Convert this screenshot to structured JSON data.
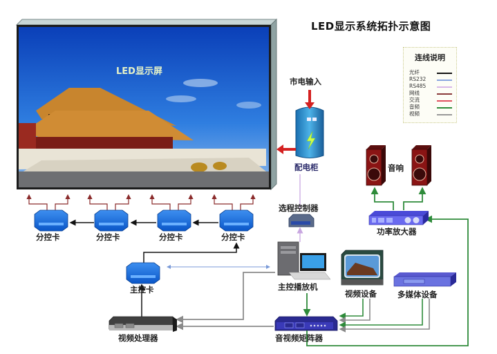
{
  "title": "LED显示系统拓扑示意图",
  "led_screen": {
    "label": "LED显示屏"
  },
  "power": {
    "input_label": "市电输入",
    "cabinet_label": "配电柜"
  },
  "legend": {
    "title": "连线说明",
    "items": [
      {
        "label": "光纤",
        "color": "#111111"
      },
      {
        "label": "RS232",
        "color": "#8aa6e0"
      },
      {
        "label": "RS485",
        "color": "#d8b6e8"
      },
      {
        "label": "网线",
        "color": "#8a3a3a"
      },
      {
        "label": "交流",
        "color": "#e05060"
      },
      {
        "label": "音频",
        "color": "#2e8b3a"
      },
      {
        "label": "视频",
        "color": "#999999"
      }
    ]
  },
  "receiver_cards": [
    {
      "label": "分控卡"
    },
    {
      "label": "分控卡"
    },
    {
      "label": "分控卡"
    },
    {
      "label": "分控卡"
    }
  ],
  "devices": {
    "remote_controller": "选程控制器",
    "main_card": "主控卡",
    "main_pc": "主控播放机",
    "speakers": "音响",
    "amplifier": "功率放大器",
    "video_device": "视频设备",
    "multimedia_device": "多媒体设备",
    "video_processor": "视频处理器",
    "av_matrix": "音视频矩阵器"
  }
}
